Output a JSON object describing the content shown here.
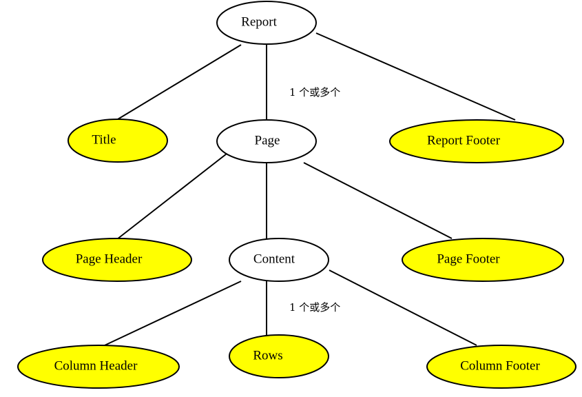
{
  "colors": {
    "root_fill": "#ffffff",
    "internal_fill": "#ffffff",
    "leaf_fill": "#ffff00",
    "stroke": "#000000",
    "background": "#ffffff"
  },
  "nodes": {
    "report": {
      "label": "Report",
      "kind": "internal"
    },
    "title": {
      "label": "Title",
      "kind": "leaf"
    },
    "page": {
      "label": "Page",
      "kind": "internal"
    },
    "report_footer": {
      "label": "Report Footer",
      "kind": "leaf"
    },
    "page_header": {
      "label": "Page Header",
      "kind": "leaf"
    },
    "content": {
      "label": "Content",
      "kind": "internal"
    },
    "page_footer": {
      "label": "Page Footer",
      "kind": "leaf"
    },
    "column_header": {
      "label": "Column Header",
      "kind": "leaf"
    },
    "rows": {
      "label": "Rows",
      "kind": "leaf"
    },
    "column_footer": {
      "label": "Column Footer",
      "kind": "leaf"
    }
  },
  "edges": [
    {
      "from": "report",
      "to": "title"
    },
    {
      "from": "report",
      "to": "page",
      "annotation": "1 个或多个"
    },
    {
      "from": "report",
      "to": "report_footer"
    },
    {
      "from": "page",
      "to": "page_header"
    },
    {
      "from": "page",
      "to": "content"
    },
    {
      "from": "page",
      "to": "page_footer"
    },
    {
      "from": "content",
      "to": "column_header"
    },
    {
      "from": "content",
      "to": "rows",
      "annotation": "1 个或多个"
    },
    {
      "from": "content",
      "to": "column_footer"
    }
  ]
}
